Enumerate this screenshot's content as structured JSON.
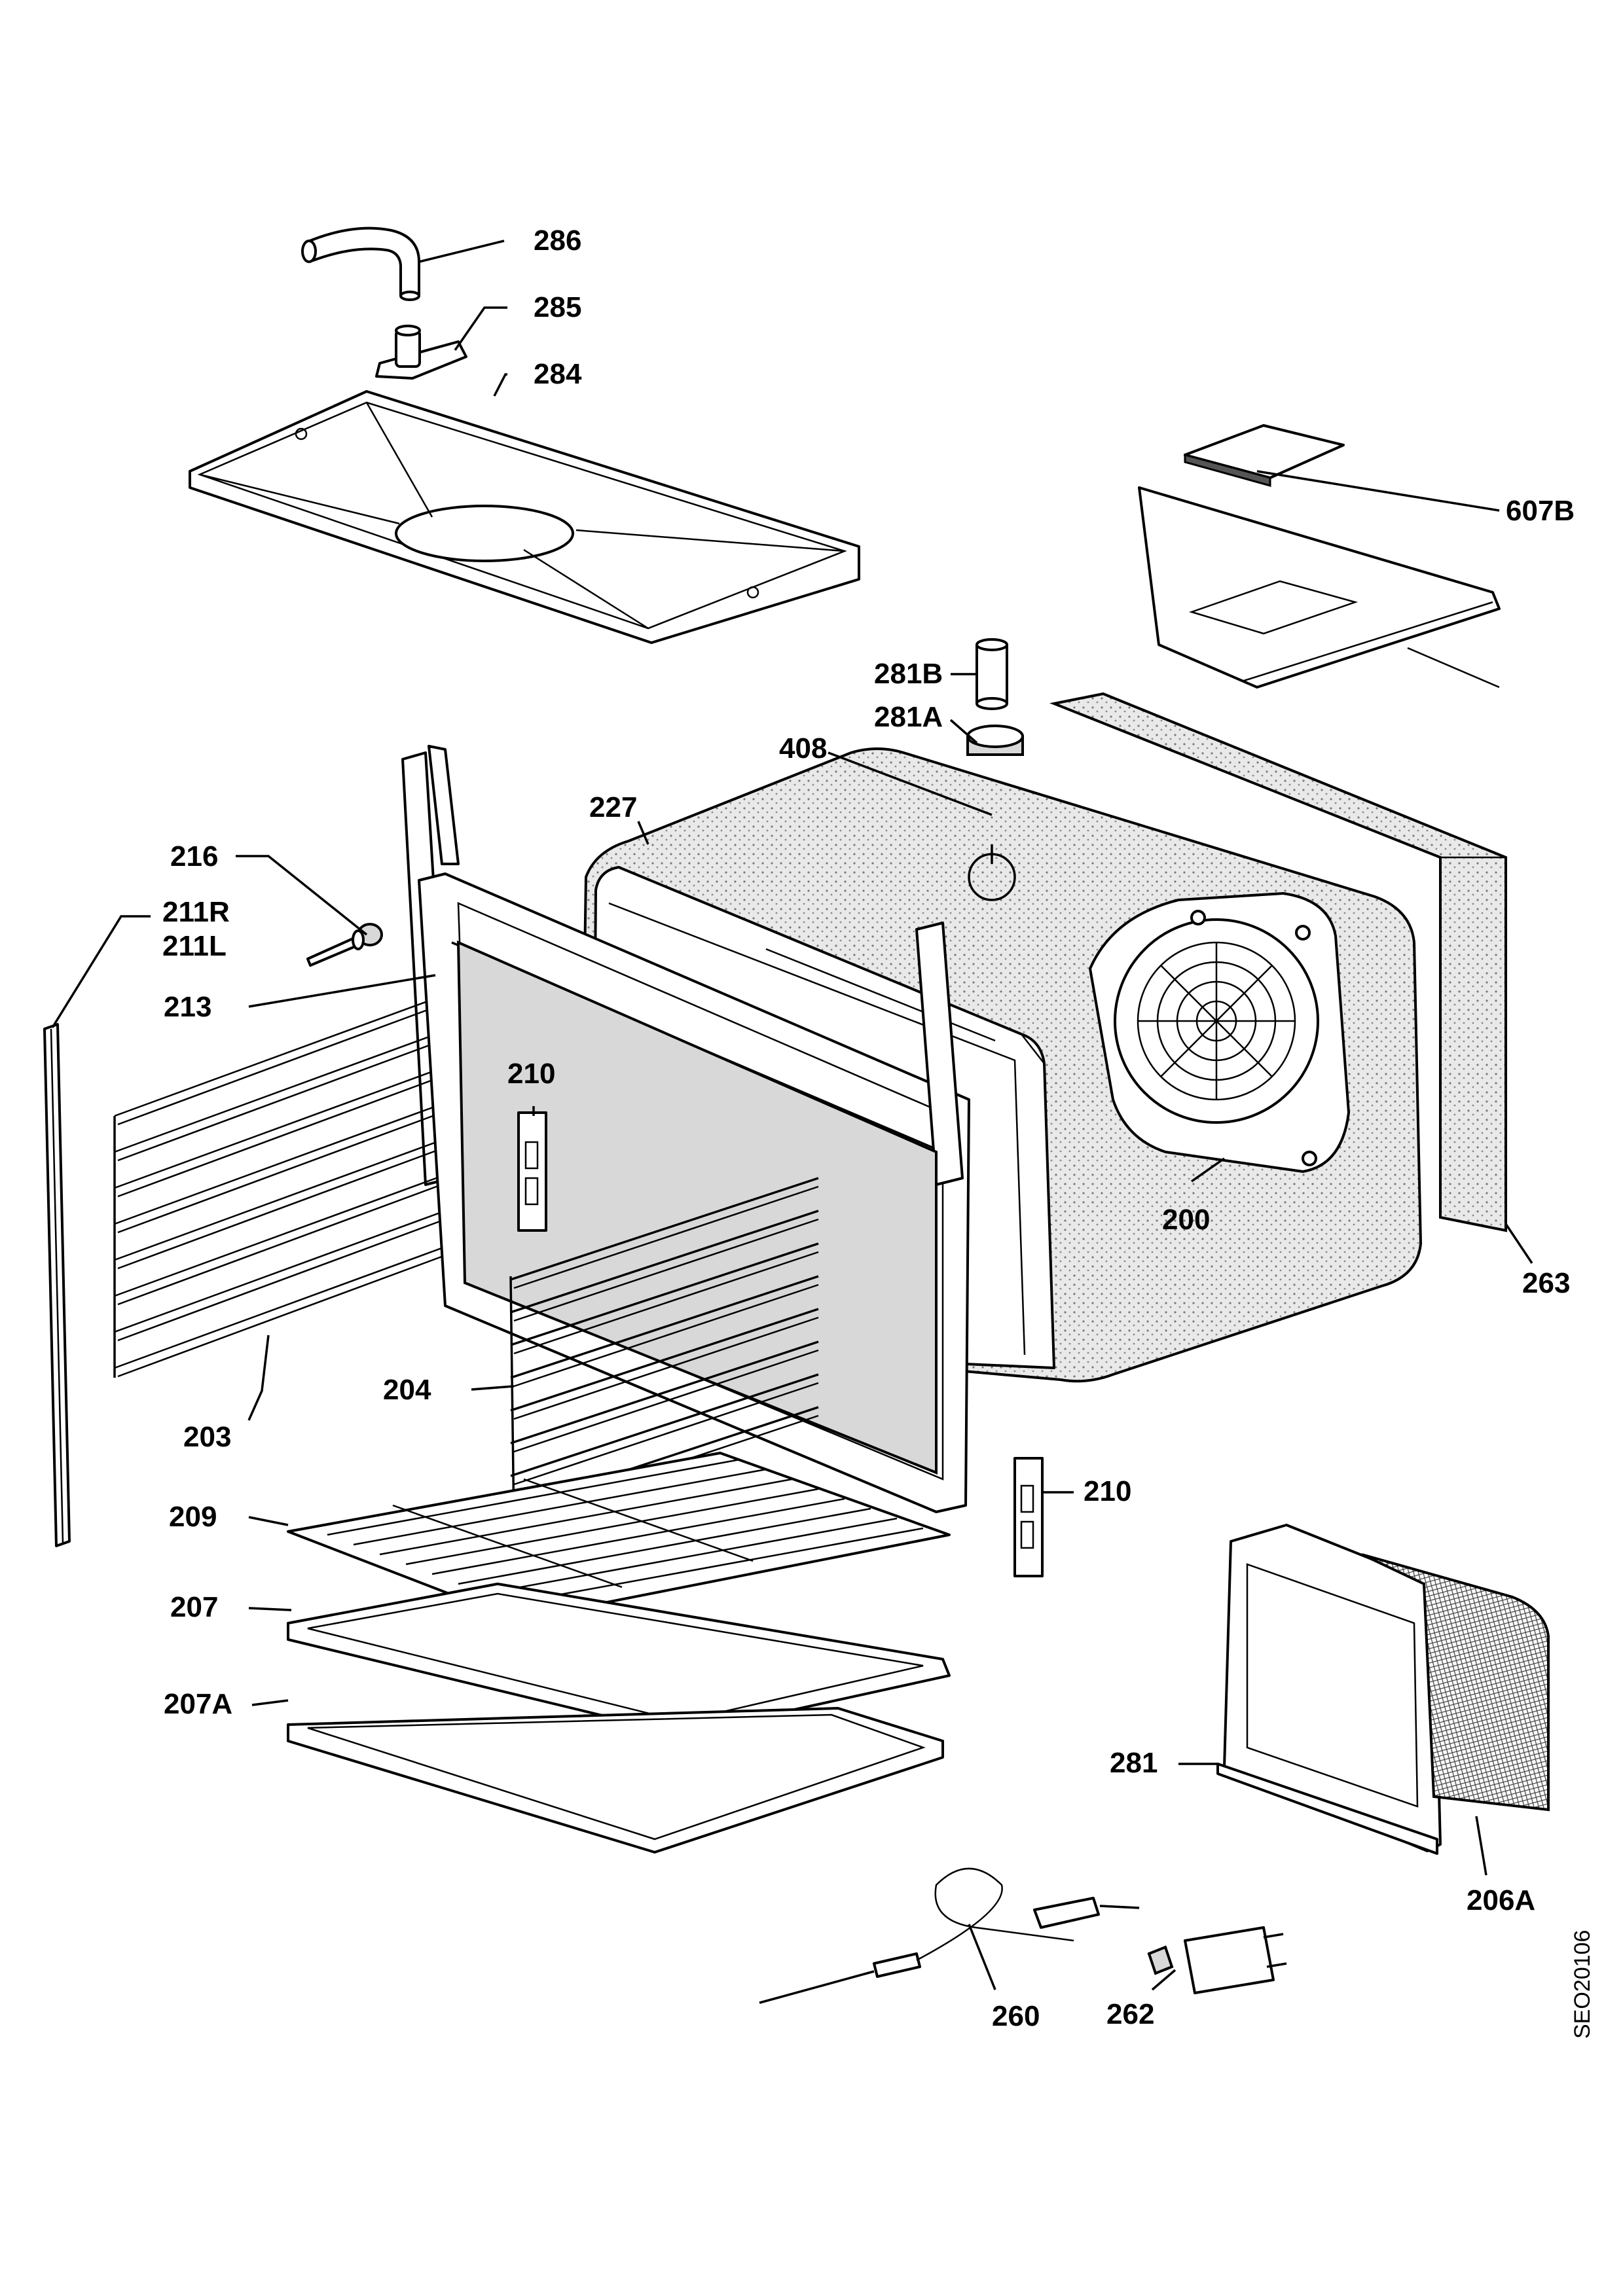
{
  "labels": {
    "l286": "286",
    "l285": "285",
    "l284": "284",
    "l607B": "607B",
    "l281B": "281B",
    "l281A": "281A",
    "l408": "408",
    "l227": "227",
    "l216": "216",
    "l211R": "211R",
    "l211L": "211L",
    "l213": "213",
    "l210a": "210",
    "l200": "200",
    "l263": "263",
    "l203": "203",
    "l204": "204",
    "l210b": "210",
    "l209": "209",
    "l207": "207",
    "l207A": "207A",
    "l281": "281",
    "l206A": "206A",
    "l260": "260",
    "l262": "262"
  },
  "drawing_code": "SEO20106"
}
